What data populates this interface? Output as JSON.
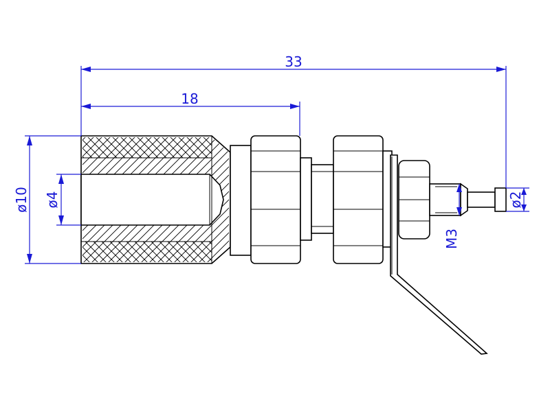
{
  "dimensions": {
    "overall_length": "33",
    "body_length": "18",
    "outer_diameter": "ø10",
    "hole_diameter": "ø4",
    "thread": "M3",
    "pin_diameter": "ø2"
  },
  "colors": {
    "dimension": "#1a1ad6",
    "outline": "#000000",
    "background": "#ffffff"
  }
}
